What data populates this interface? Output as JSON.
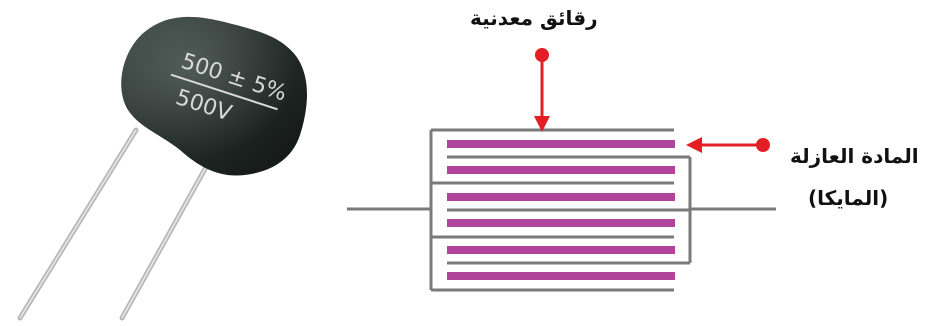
{
  "labels": {
    "metal_plates": "رقائق معدنية",
    "dielectric": "المادة العازلة",
    "dielectric_sub": "(المايكا)"
  },
  "capacitor_marking": {
    "line1": "500 ± 5%",
    "line2": "500V"
  },
  "colors": {
    "plate_color": "#b0449b",
    "frame_color": "#7a7a7a",
    "arrow_color": "#e31e24",
    "body_color": "#2b3330",
    "lead_color": "#b5b5b5"
  }
}
